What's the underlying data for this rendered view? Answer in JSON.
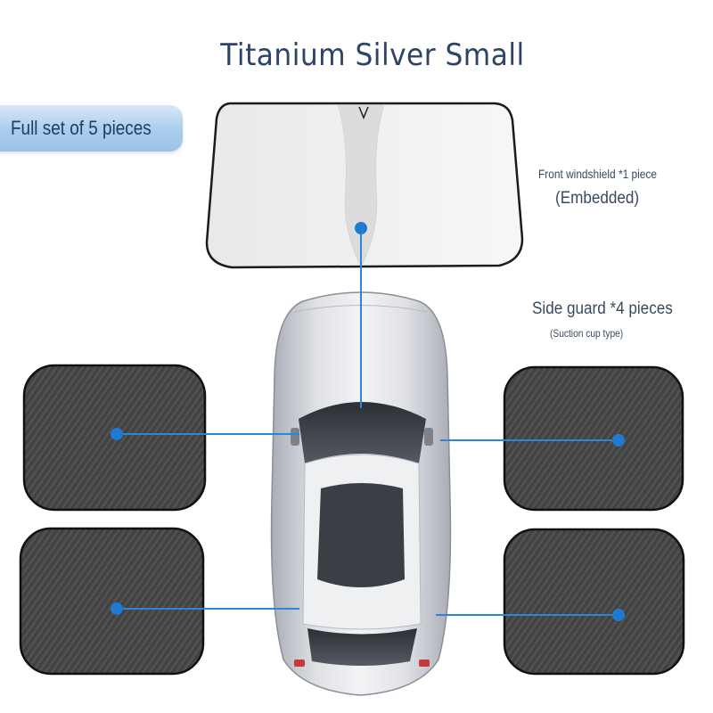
{
  "title": "Titanium Silver Small",
  "badge": {
    "label": "Full set of 5 pieces"
  },
  "windshield": {
    "label": "Front windshield *1 piece",
    "sublabel": "(Embedded)"
  },
  "side_guards": {
    "label": "Side guard *4 pieces",
    "sublabel": "(Suction cup type)"
  },
  "colors": {
    "title": "#2d4466",
    "callout_line": "#2b86d6",
    "callout_dot": "#1e7bd0",
    "mesh": "#4a4a4a",
    "car_body": "#c9ccd2"
  }
}
